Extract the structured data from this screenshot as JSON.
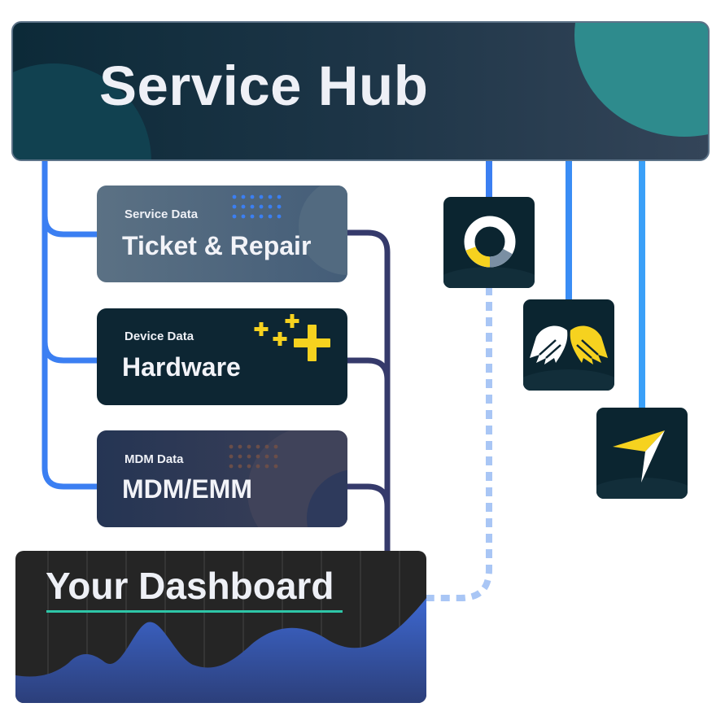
{
  "header": {
    "title": "Service Hub"
  },
  "cards": [
    {
      "subtitle": "Service Data",
      "title": "Ticket & Repair"
    },
    {
      "subtitle": "Device Data",
      "title": "Hardware"
    },
    {
      "subtitle": "MDM Data",
      "title": "MDM/EMM"
    }
  ],
  "integrations": [
    {
      "icon": "ring-logo-icon"
    },
    {
      "icon": "wings-logo-icon"
    },
    {
      "icon": "paper-plane-logo-icon"
    }
  ],
  "dashboard": {
    "title": "Your Dashboard"
  },
  "colors": {
    "connector_blue": "#3b7ff2",
    "connector_navy": "#353a6b",
    "dotted_light_blue": "#a9c6f5",
    "accent_yellow": "#f6d21f",
    "underline_teal": "#2ec6a8"
  }
}
